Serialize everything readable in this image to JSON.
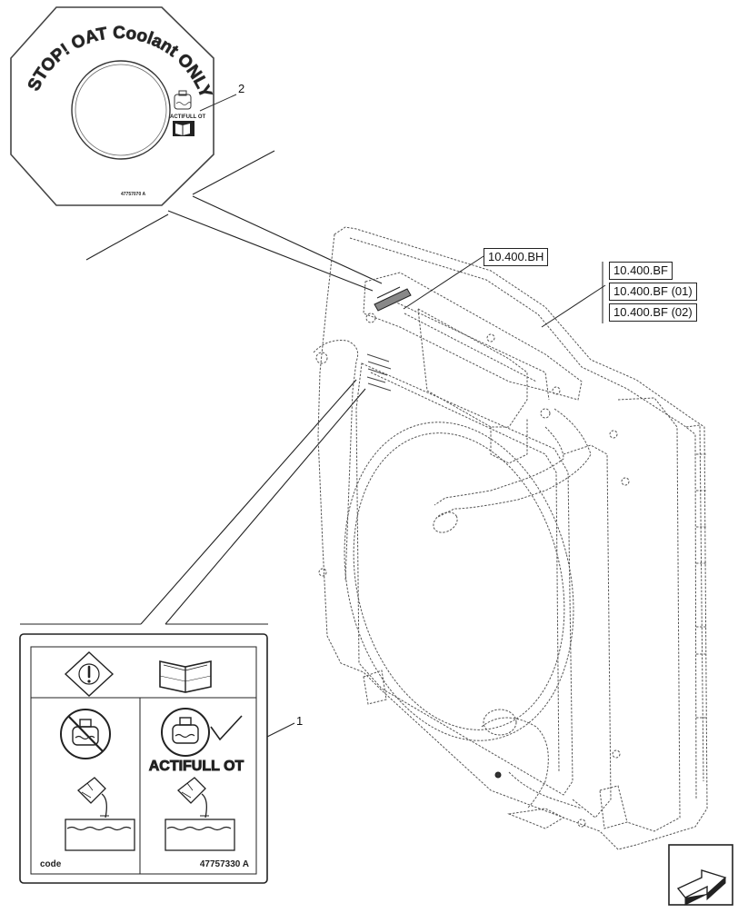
{
  "stop_decal": {
    "title": "STOP! OAT Coolant ONLY!",
    "brand": "ACTIFULL OT",
    "part_number": "47757070 A"
  },
  "coolant_decal": {
    "brand": "ACTIFULL OT",
    "code_label": "code",
    "part_number": "47757330 A"
  },
  "callouts": {
    "item_1": "1",
    "item_2": "2"
  },
  "references": {
    "bh": "10.400.BH",
    "bf": "10.400.BF",
    "bf_01": "10.400.BF (01)",
    "bf_02": "10.400.BF (02)"
  },
  "nav": {
    "icon": "arrow-next-icon"
  }
}
